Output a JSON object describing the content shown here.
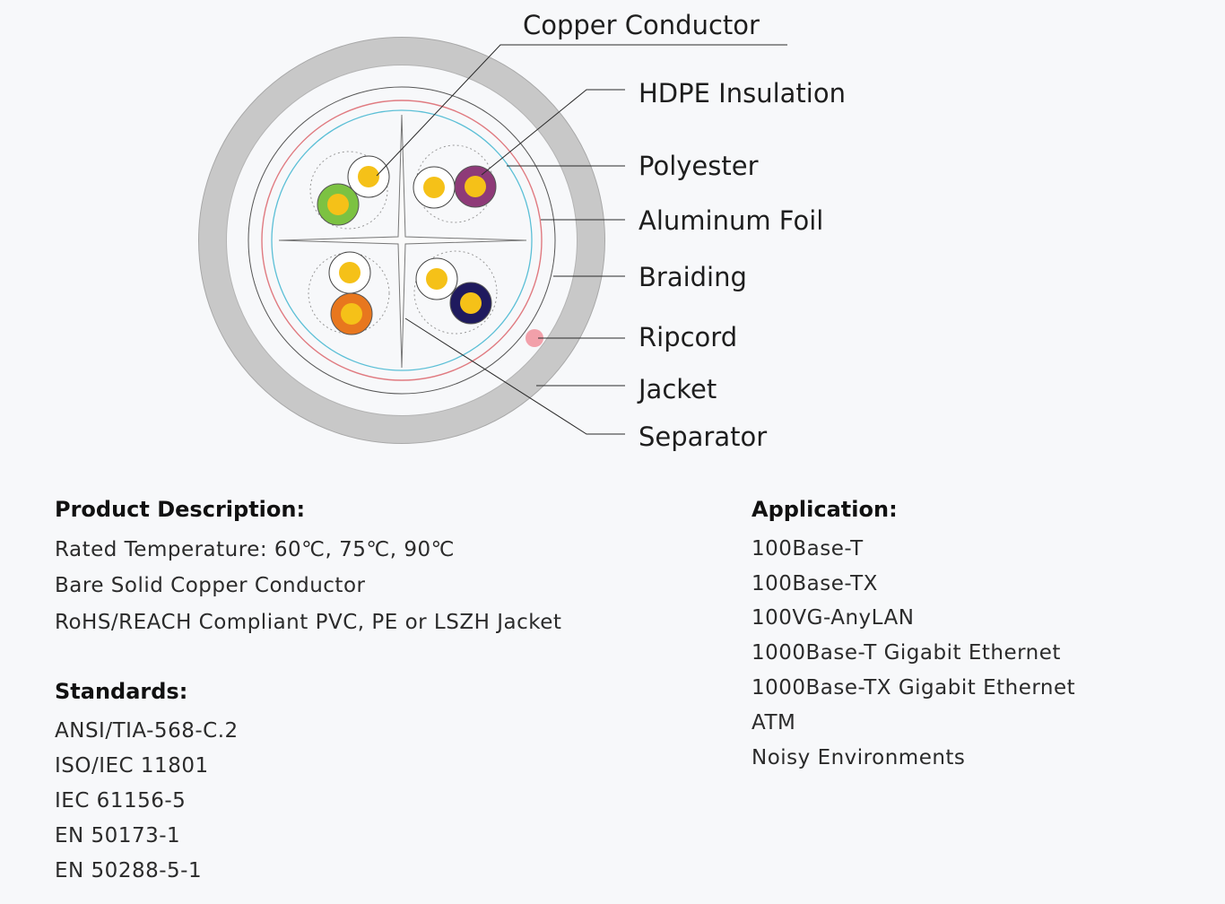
{
  "diagram": {
    "labels": {
      "copper_conductor": "Copper Conductor",
      "hdpe_insulation": "HDPE Insulation",
      "polyester": "Polyester",
      "aluminum_foil": "Aluminum Foil",
      "braiding": "Braiding",
      "ripcord": "Ripcord",
      "jacket": "Jacket",
      "separator": "Separator"
    },
    "colors": {
      "jacket": "#c8c8c8",
      "conductor": "#f5c118",
      "pair_green": "#7cc242",
      "pair_purple": "#8e3a78",
      "pair_orange": "#e8771e",
      "pair_navy": "#1f1a5e",
      "foil": "#e07a80",
      "polyester": "#5bbfd6",
      "ripcord": "#f2a0aa"
    }
  },
  "product_description": {
    "title": "Product Description:",
    "items": [
      "Rated Temperature: 60℃, 75℃, 90℃",
      "Bare Solid Copper Conductor",
      "RoHS/REACH Compliant PVC, PE or LSZH Jacket"
    ]
  },
  "standards": {
    "title": "Standards:",
    "items": [
      "ANSI/TIA-568-C.2",
      "ISO/IEC 11801",
      "IEC 61156-5",
      "EN 50173-1",
      "EN 50288-5-1"
    ]
  },
  "application": {
    "title": "Application:",
    "items": [
      "100Base-T",
      "100Base-TX",
      "100VG-AnyLAN",
      "1000Base-T Gigabit Ethernet",
      "1000Base-TX Gigabit Ethernet",
      "ATM",
      "Noisy Environments"
    ]
  }
}
